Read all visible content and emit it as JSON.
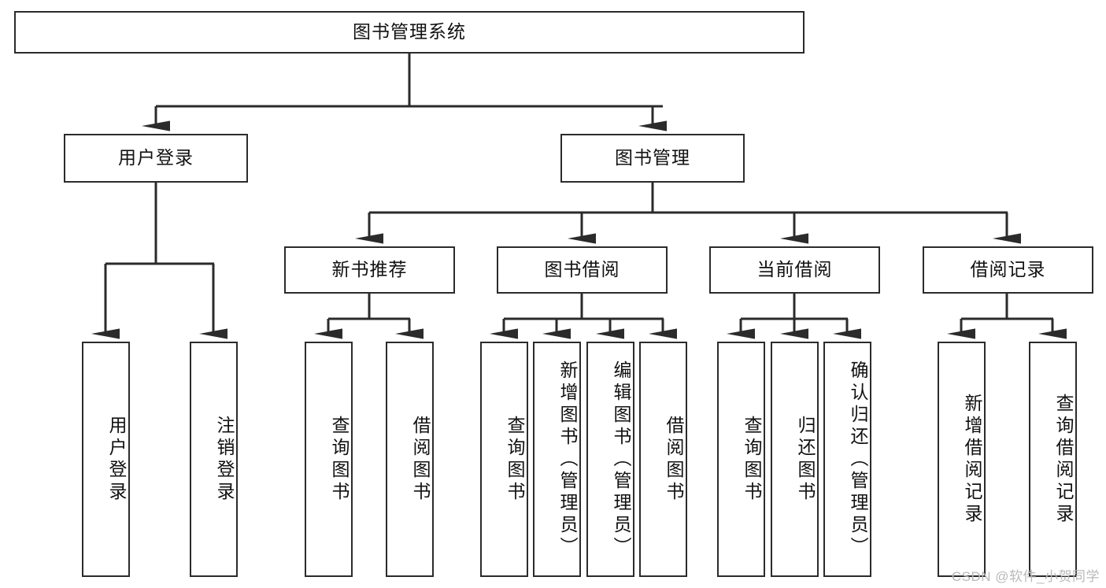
{
  "diagram": {
    "title": "图书管理系统",
    "type": "tree-hierarchy-chart",
    "watermark": "CSDN @软件_小贺同学",
    "colors": {
      "box_border": "#2b2b2b",
      "box_fill": "#ffffff",
      "connector": "#2b2b2b",
      "text": "#111111",
      "watermark": "#b9b9b9"
    },
    "nodes": {
      "root": {
        "label": "图书管理系统"
      },
      "level2": [
        {
          "id": "user-login",
          "label": "用户登录"
        },
        {
          "id": "book-management",
          "label": "图书管理"
        }
      ],
      "level3": [
        {
          "id": "new-book-recommend",
          "label": "新书推荐"
        },
        {
          "id": "book-borrow",
          "label": "图书借阅"
        },
        {
          "id": "current-borrow",
          "label": "当前借阅"
        },
        {
          "id": "borrow-record",
          "label": "借阅记录"
        }
      ],
      "leaves": {
        "user-login": [
          {
            "id": "leaf-user-login",
            "label": "用户登录"
          },
          {
            "id": "leaf-logout-login",
            "label": "注销登录"
          }
        ],
        "new-book-recommend": [
          {
            "id": "leaf-query-book-1",
            "label": "查询图书"
          },
          {
            "id": "leaf-borrow-book-1",
            "label": "借阅图书"
          }
        ],
        "book-borrow": [
          {
            "id": "leaf-query-book-2",
            "label": "查询图书"
          },
          {
            "id": "leaf-add-book-admin",
            "label": "新增图书（管理员）"
          },
          {
            "id": "leaf-edit-book-admin",
            "label": "编辑图书（管理员）"
          },
          {
            "id": "leaf-borrow-book-2",
            "label": "借阅图书"
          }
        ],
        "current-borrow": [
          {
            "id": "leaf-query-book-3",
            "label": "查询图书"
          },
          {
            "id": "leaf-return-book",
            "label": "归还图书"
          },
          {
            "id": "leaf-confirm-return-admin",
            "label": "确认归还（管理员）"
          }
        ],
        "borrow-record": [
          {
            "id": "leaf-add-borrow-record",
            "label": "新增借阅记录"
          },
          {
            "id": "leaf-query-borrow-record",
            "label": "查询借阅记录"
          }
        ]
      }
    }
  }
}
